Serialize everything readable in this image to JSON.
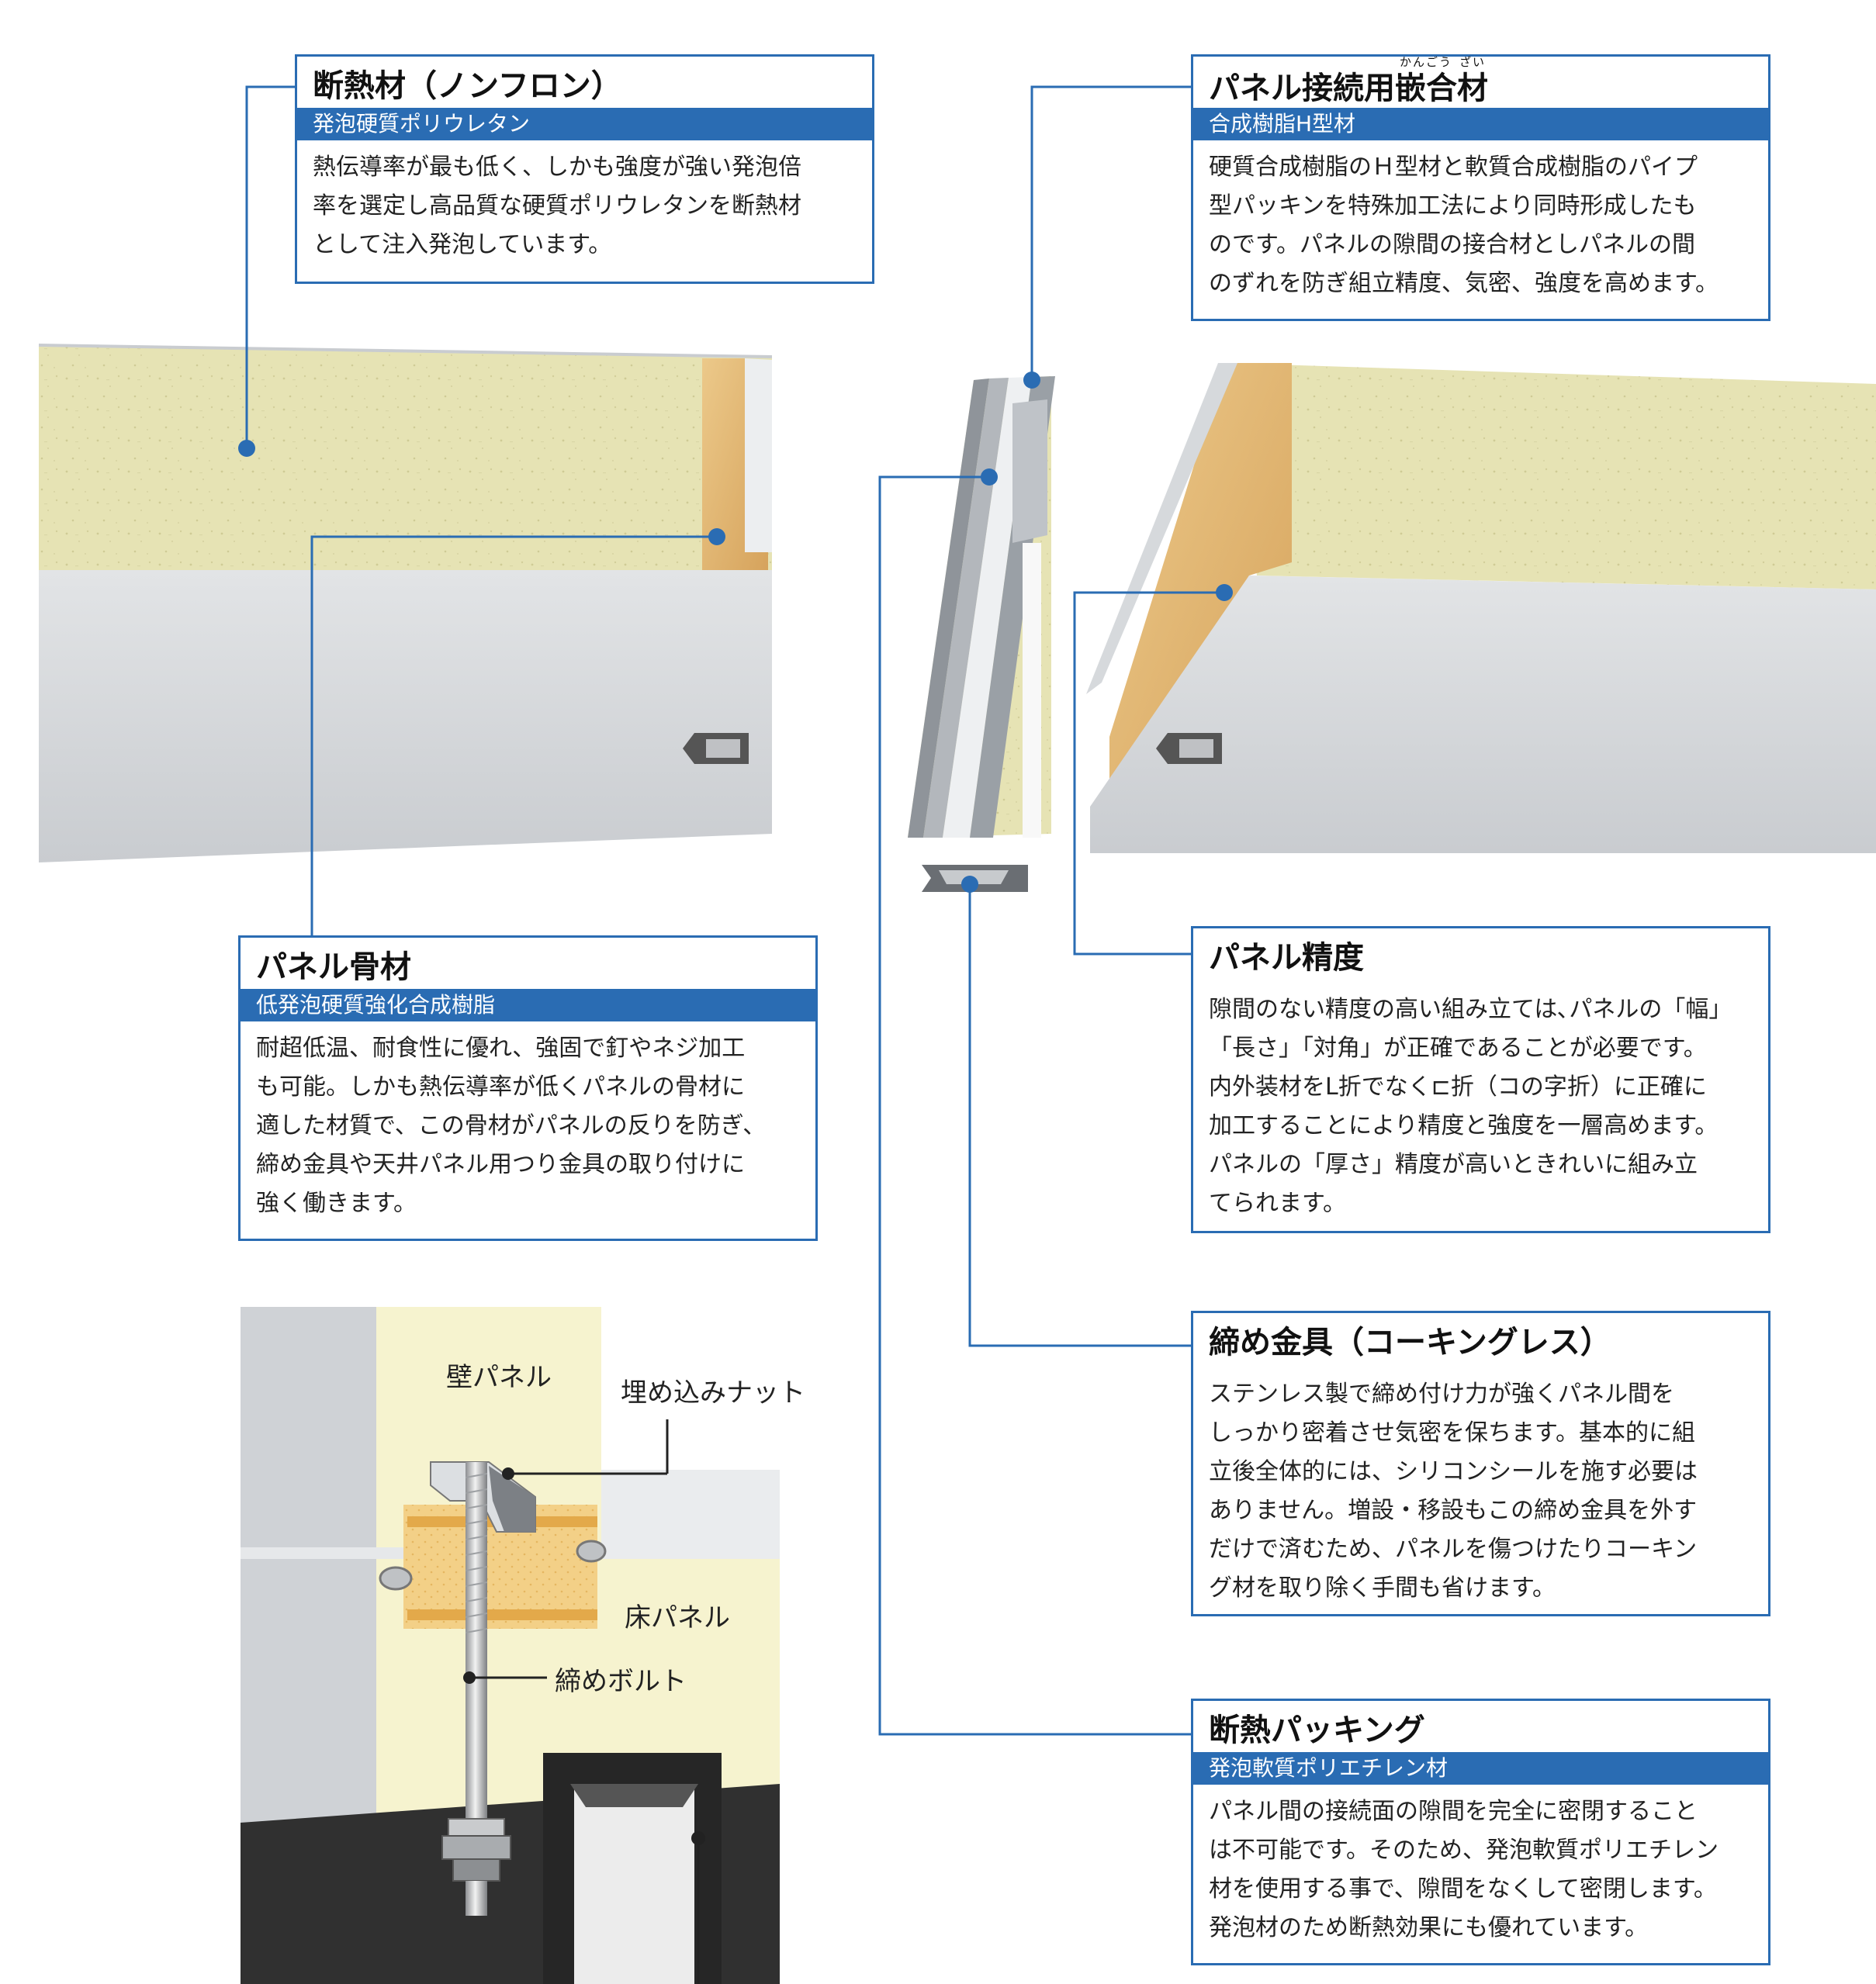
{
  "callouts": {
    "insulation": {
      "title": "断熱材（ノンフロン）",
      "subtitle": "発泡硬質ポリウレタン",
      "body": "熱伝導率が最も低く、しかも強度が強い発泡倍\n率を選定し高品質な硬質ポリウレタンを断熱材\nとして注入発泡しています。"
    },
    "joint": {
      "title_pre": "パネル接続用",
      "title_ruby_base": "嵌合",
      "title_ruby_text": "かんごう",
      "title_ruby_base2": "材",
      "title_ruby_text2": "ざい",
      "subtitle": "合成樹脂H型材",
      "body": "硬質合成樹脂のＨ型材と軟質合成樹脂のパイプ\n型パッキンを特殊加工法により同時形成したも\nのです。パネルの隙間の接合材としパネルの間\nのずれを防ぎ組立精度、気密、強度を高めます。"
    },
    "frame": {
      "title": "パネル骨材",
      "subtitle": "低発泡硬質強化合成樹脂",
      "body": "耐超低温、耐食性に優れ、強固で釘やネジ加工\nも可能。しかも熱伝導率が低くパネルの骨材に\n適した材質で、この骨材がパネルの反りを防ぎ、\n締め金具や天井パネル用つり金具の取り付けに\n強く働きます。"
    },
    "precision": {
      "title": "パネル精度",
      "body": "隙間のない精度の高い組み立ては､パネルの「幅」\n「長さ」「対角」が正確であることが必要です。\n内外装材をL折でなく⊏折（コの字折）に正確に\n加工することにより精度と強度を一層高めます。\nパネルの「厚さ」精度が高いときれいに組み立\nてられます。"
    },
    "fastener": {
      "title": "締め金具（コーキングレス）",
      "body": "ステンレス製で締め付け力が強くパネル間を\nしっかり密着させ気密を保ちます。基本的に組\n立後全体的には、シリコンシールを施す必要は\nありません。増設・移設もこの締め金具を外す\nだけで済むため、パネルを傷つけたりコーキン\nグ材を取り除く手間も省けます。"
    },
    "packing": {
      "title": "断熱パッキング",
      "subtitle": "発泡軟質ポリエチレン材",
      "body": "パネル間の接続面の隙間を完全に密閉すること\nは不可能です。そのため、発泡軟質ポリエチレン\n材を使用する事で、隙間をなくして密閉します。\n発泡材のため断熱効果にも優れています。"
    }
  },
  "section_labels": {
    "wall_panel": "壁パネル",
    "embedded_nut": "埋め込みナット",
    "floor_panel": "床パネル",
    "bolt": "締めボルト"
  },
  "colors": {
    "accent_blue": "#2a6cb3",
    "foam": "#e6e3b4",
    "panel_skin": "#d4d6d9",
    "frame_wood": "#e2b872",
    "steel_dark": "#2a2a2a"
  }
}
